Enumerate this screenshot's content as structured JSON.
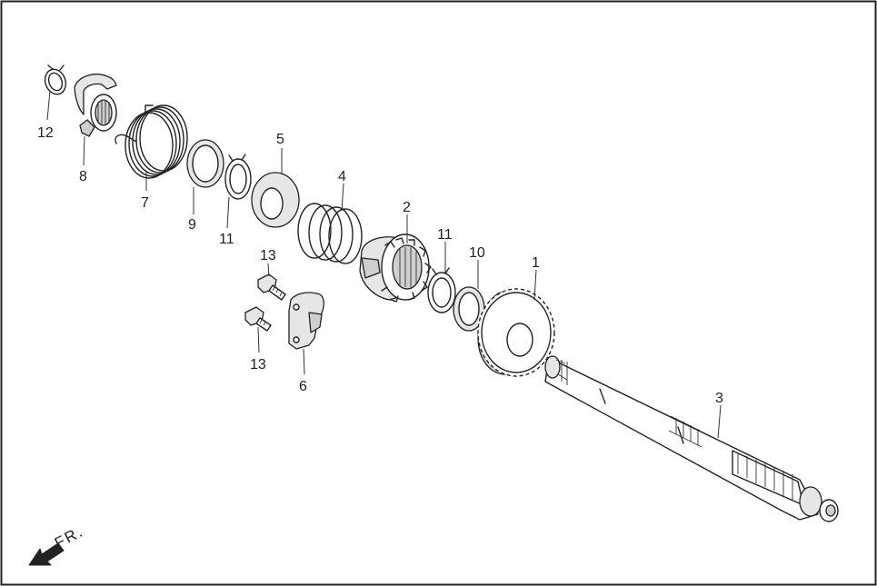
{
  "diagram": {
    "direction_label": "FR.",
    "callouts": {
      "c1": "1",
      "c2": "2",
      "c3": "3",
      "c4": "4",
      "c5": "5",
      "c6": "6",
      "c7": "7",
      "c8": "8",
      "c9": "9",
      "c10": "10",
      "c11a": "11",
      "c11b": "11",
      "c12": "12",
      "c13a": "13",
      "c13b": "13"
    }
  },
  "colors": {
    "line": "#222222",
    "background": "#ffffff",
    "shade": "#e6e6e6"
  }
}
